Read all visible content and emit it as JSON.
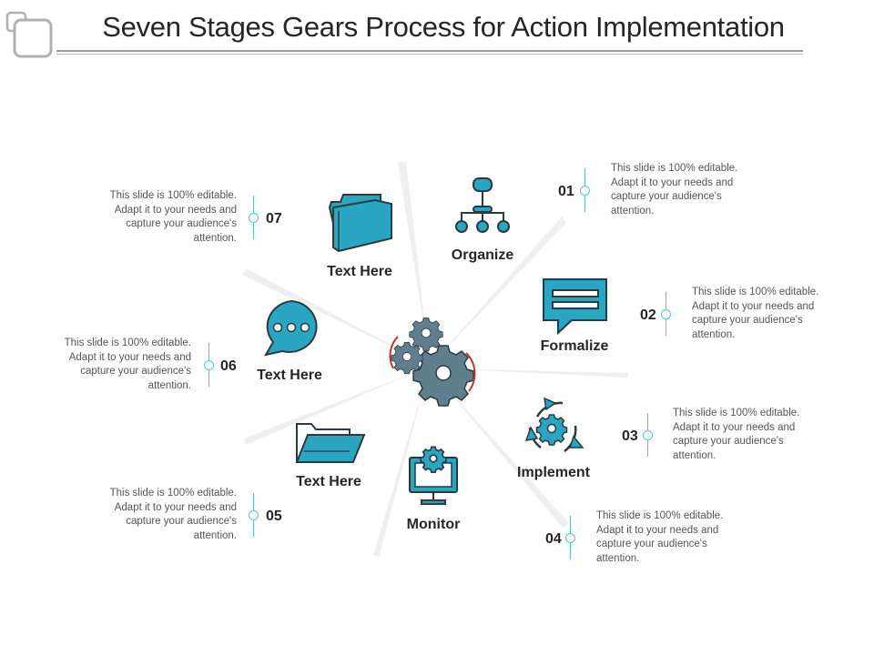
{
  "title": "Seven Stages Gears Process for Action Implementation",
  "colors": {
    "accent": "#2aa5c2",
    "accent_stroke": "#2b3a40",
    "gear": "#5f7f8f",
    "gear_stroke": "#2b3a40",
    "arrow": "#c0392b",
    "marker": "#5bc0d6"
  },
  "description_text": "This slide is 100% editable. Adapt it to your needs and capture your audience's attention.",
  "stages": [
    {
      "number": "01",
      "label": "Organize",
      "icon": "org-chart-icon",
      "description": "This slide is 100% editable. Adapt it to your needs and capture your audience's attention."
    },
    {
      "number": "02",
      "label": "Formalize",
      "icon": "chat-message-icon",
      "description": "This slide is 100% editable. Adapt it to your needs and capture your audience's attention."
    },
    {
      "number": "03",
      "label": "Implement",
      "icon": "gear-cycle-icon",
      "description": "This slide is 100% editable. Adapt it to your needs and capture your audience's attention."
    },
    {
      "number": "04",
      "label": "Monitor",
      "icon": "monitor-gear-icon",
      "description": "This slide is 100% editable. Adapt it to your needs and capture your audience's attention."
    },
    {
      "number": "05",
      "label": "Text Here",
      "icon": "open-folder-icon",
      "description": "This slide is 100% editable. Adapt it to your needs and capture your audience's attention."
    },
    {
      "number": "06",
      "label": "Text Here",
      "icon": "speech-bubble-icon",
      "description": "This slide is 100% editable. Adapt it to your needs and capture your audience's attention."
    },
    {
      "number": "07",
      "label": "Text Here",
      "icon": "folder-icon",
      "description": "This slide is 100% editable. Adapt it to your needs and capture your audience's attention."
    }
  ],
  "center_icon": "gears-icon"
}
